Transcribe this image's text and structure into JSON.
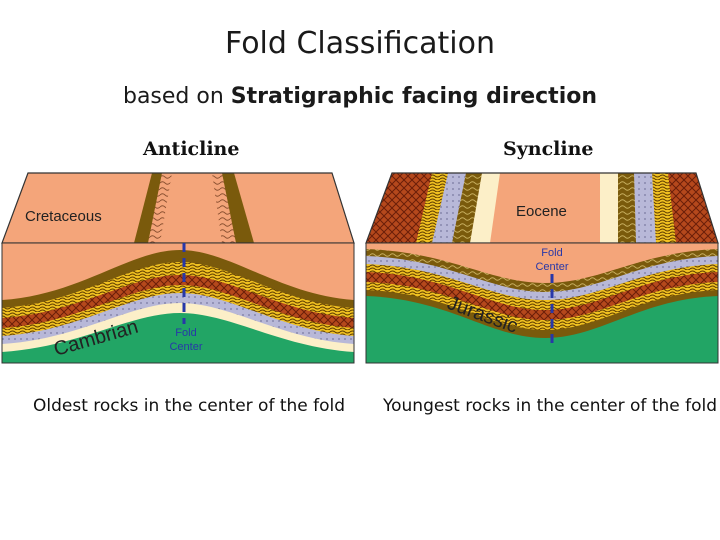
{
  "title": "Fold Classification",
  "subtitle_prefix": "based on ",
  "subtitle_bold": "Stratigraphic facing direction",
  "anticline": {
    "heading": "Anticline",
    "top_label": "Cretaceous",
    "bottom_label": "Cambrian",
    "center_label_line1": "Fold",
    "center_label_line2": "Center",
    "caption": "Oldest rocks in the center of the fold"
  },
  "syncline": {
    "heading": "Syncline",
    "top_label": "Eocene",
    "bottom_label": "Jurassic",
    "center_label_line1": "Fold",
    "center_label_line2": "Center",
    "caption": "Youngest rocks in the center of the fold"
  },
  "colors": {
    "salmon": "#F4A57A",
    "olive": "#7A5A0C",
    "yellow_pattern": "#F0C020",
    "red_brown": "#B5481C",
    "lavender": "#B8B8D8",
    "cream": "#FCEFC8",
    "green": "#22A565",
    "fold_center": "#2838A8"
  }
}
